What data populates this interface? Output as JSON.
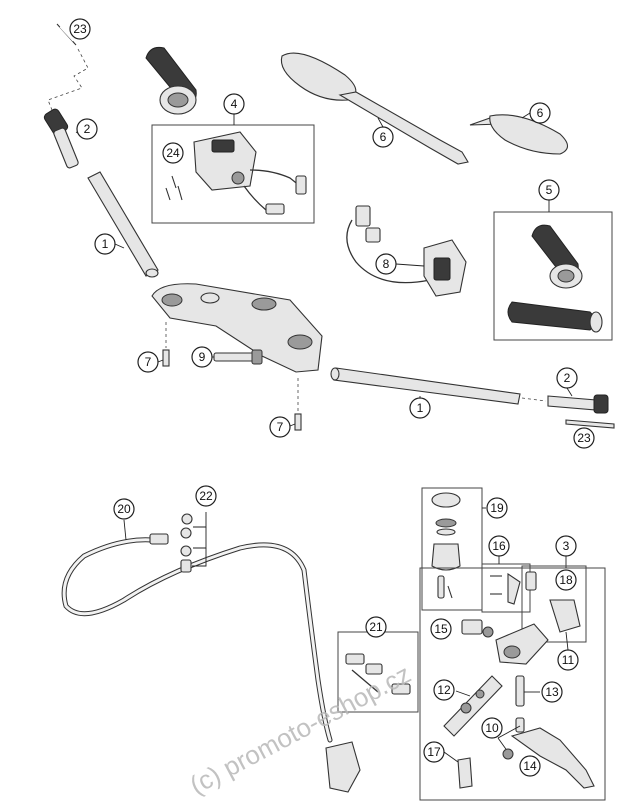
{
  "watermark": "(c) promoto-eshop.cz",
  "callouts": {
    "c1a": "1",
    "c1b": "1",
    "c2a": "2",
    "c2b": "2",
    "c3": "3",
    "c4": "4",
    "c5": "5",
    "c6a": "6",
    "c6b": "6",
    "c7a": "7",
    "c7b": "7",
    "c8": "8",
    "c9": "9",
    "c10": "10",
    "c11": "11",
    "c12": "12",
    "c13": "13",
    "c14": "14",
    "c15": "15",
    "c16": "16",
    "c17": "17",
    "c18": "18",
    "c19": "19",
    "c20": "20",
    "c21": "21",
    "c22": "22",
    "c23a": "23",
    "c23b": "23",
    "c24": "24"
  }
}
